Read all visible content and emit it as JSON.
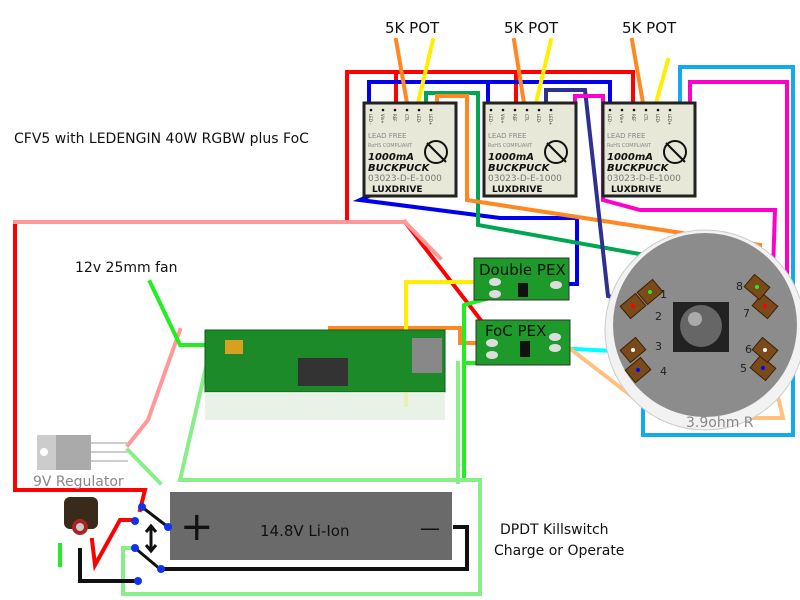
{
  "title": "CFV5 with LEDENGIN 40W RGBW plus FoC",
  "pots": [
    {
      "label": "5K POT"
    },
    {
      "label": "5K POT"
    },
    {
      "label": "5K POT"
    }
  ],
  "buckpuck": {
    "pins": [
      "LED -",
      "Vin+",
      "REF",
      "CTL",
      "LED-",
      "LED+"
    ],
    "lead_free": "LEAD FREE",
    "rohs": "RoHS COMPLIANT",
    "current": "1000mA",
    "name": "BUCKPUCK",
    "part": "03023-D-E-1000",
    "brand": "LUXDRIVE"
  },
  "fan": {
    "label": "12v 25mm fan"
  },
  "double_pex": {
    "label": "Double PEX"
  },
  "foc_pex": {
    "label": "FoC PEX"
  },
  "regulator": {
    "label": "9V Regulator"
  },
  "battery": {
    "label": "14.8V Li-Ion",
    "plus": "+",
    "minus": "—"
  },
  "killswitch": {
    "line1": "DPDT Killswitch",
    "line2": "Charge or Operate"
  },
  "resistor": {
    "label": "3.9ohm R"
  },
  "led": {
    "pads": [
      "1",
      "2",
      "3",
      "4",
      "5",
      "6",
      "7",
      "8"
    ]
  },
  "colors": {
    "red": "#ff0000",
    "blue": "#0000ee",
    "green": "#00a651",
    "lime": "#22ee22",
    "orange": "#ff8822",
    "yellow": "#ffee00",
    "magenta": "#ff00cc",
    "cyan": "#00ccff",
    "navy": "#2e3192",
    "black": "#111111",
    "pcb": "#1d9a2a"
  }
}
